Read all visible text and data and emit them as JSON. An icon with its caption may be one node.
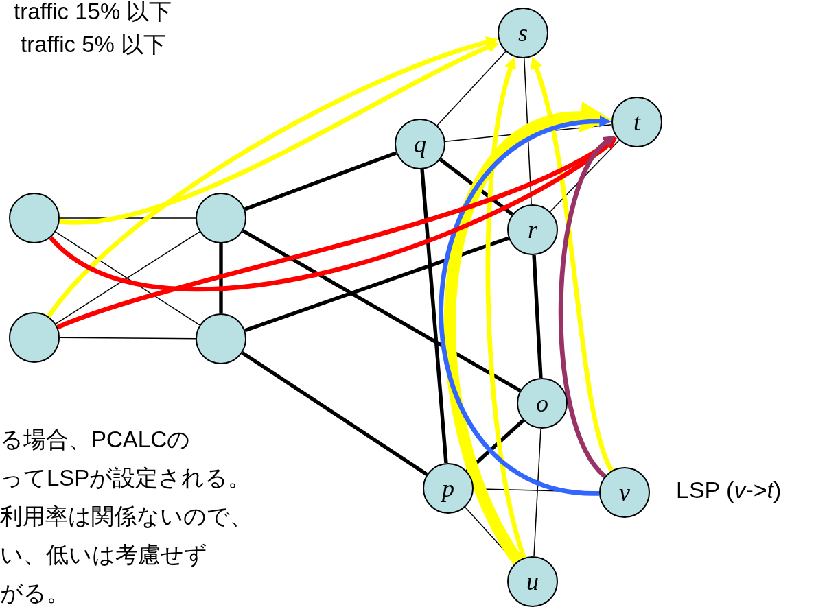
{
  "diagram": {
    "nodes": [
      {
        "text": [
          "s"
        ]
      },
      {
        "text": [
          "t"
        ]
      },
      {
        "text": [
          "q"
        ]
      },
      {
        "text": [],
        "shape": "circle"
      },
      {
        "text": [],
        "shape": "circle"
      },
      {
        "text": [
          "r"
        ]
      },
      {
        "text": [],
        "shape": "circle"
      },
      {
        "text": [],
        "shape": "circle"
      },
      {
        "text": [
          "o"
        ]
      },
      {
        "text": [
          "p"
        ]
      },
      {
        "text": [
          "v"
        ]
      },
      {
        "text": [
          "u"
        ]
      }
    ],
    "edges": [
      {
        "from": 3,
        "to": 4,
        "arrow": "none"
      },
      {
        "from": 3,
        "to": 7,
        "arrow": "none"
      },
      {
        "from": 6,
        "to": 4,
        "arrow": "none"
      },
      {
        "from": 6,
        "to": 7,
        "arrow": "none"
      },
      {
        "from": 4,
        "to": 7,
        "arrow": "none"
      },
      {
        "from": 4,
        "to": 2,
        "arrow": "none"
      },
      {
        "from": 4,
        "to": 8,
        "arrow": "none"
      },
      {
        "from": 7,
        "to": 5,
        "arrow": "none"
      },
      {
        "from": 7,
        "to": 9,
        "arrow": "none"
      },
      {
        "from": 2,
        "to": 0,
        "arrow": "none"
      },
      {
        "from": 2,
        "to": 1,
        "arrow": "none"
      },
      {
        "from": 2,
        "to": 5,
        "arrow": "none"
      },
      {
        "from": 2,
        "to": 9,
        "arrow": "none"
      },
      {
        "from": 0,
        "to": 5,
        "arrow": "none"
      },
      {
        "from": 5,
        "to": 1,
        "arrow": "none"
      },
      {
        "from": 5,
        "to": 8,
        "arrow": "none"
      },
      {
        "from": 8,
        "to": 9,
        "arrow": "none"
      },
      {
        "from": 8,
        "to": 11,
        "arrow": "none"
      },
      {
        "from": 9,
        "to": 10,
        "arrow": "none"
      },
      {
        "from": 9,
        "to": 11,
        "arrow": "none"
      },
      {
        "from": 3,
        "to": 0,
        "arrow": "to",
        "color": "#ffff00"
      },
      {
        "from": 6,
        "to": 0,
        "arrow": "to",
        "color": "#ffff00"
      },
      {
        "from": 11,
        "to": 0,
        "arrow": "to",
        "color": "#ffff00"
      },
      {
        "from": 10,
        "to": 0,
        "arrow": "to",
        "color": "#ffff00"
      },
      {
        "from": 11,
        "to": 1,
        "arrow": "to",
        "color": "#ffff00",
        "style": "thick"
      },
      {
        "from": 10,
        "to": 1,
        "arrow": "to",
        "color": "#3366ff"
      },
      {
        "from": 3,
        "to": 1,
        "arrow": "to",
        "color": "#ff0000"
      },
      {
        "from": 6,
        "to": 1,
        "arrow": "to",
        "color": "#ff0000"
      },
      {
        "from": 10,
        "to": 1,
        "arrow": "to",
        "color": "#993366"
      }
    ],
    "labels": [
      "traffic 15% 以下",
      "traffic 5% 以下",
      "る場合、PCALCの",
      "ってLSPが設定される。",
      "利用率は関係ないので、",
      "い、低いは考慮せず",
      "がる。",
      "LSP (*v*->*t*)"
    ]
  }
}
